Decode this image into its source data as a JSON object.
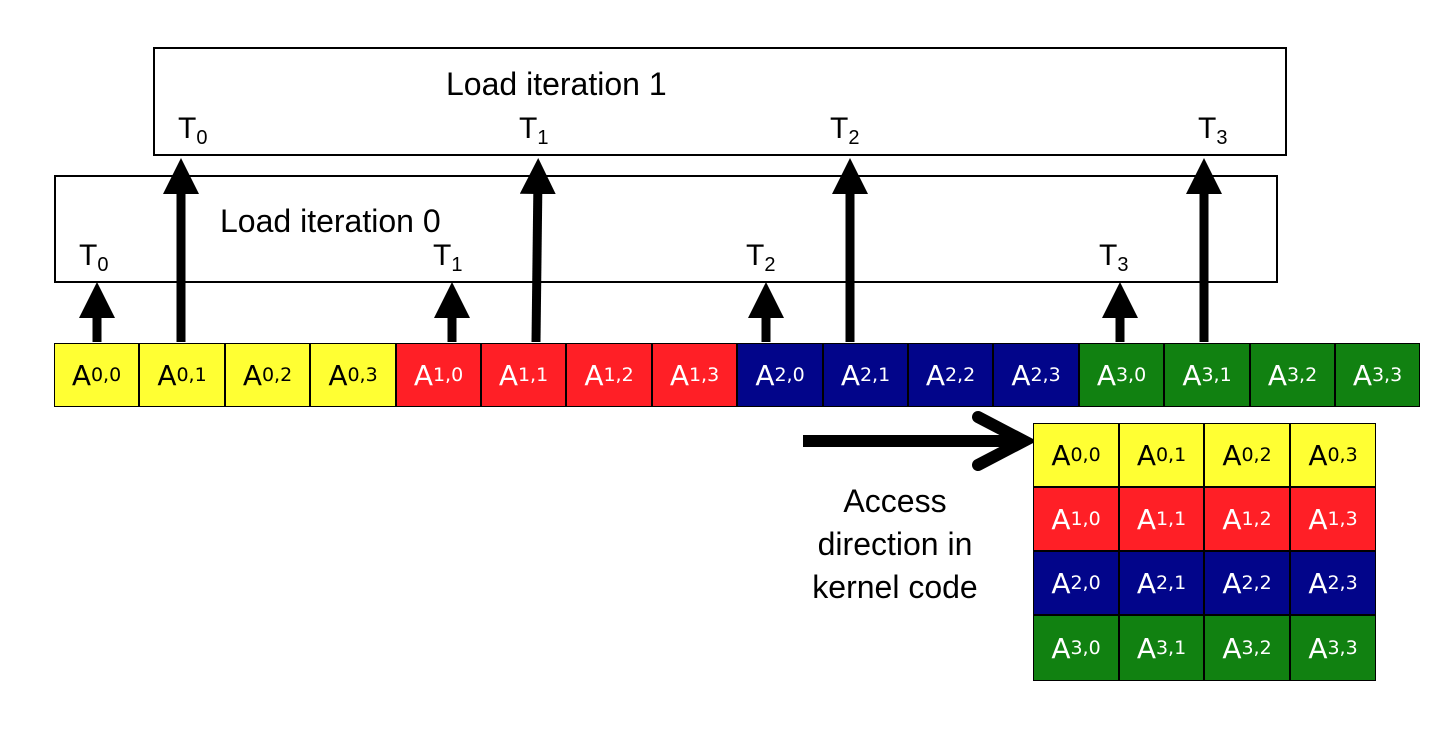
{
  "load_iteration_1": {
    "title": "Load iteration 1",
    "threads": [
      {
        "base": "T",
        "sub": "0"
      },
      {
        "base": "T",
        "sub": "1"
      },
      {
        "base": "T",
        "sub": "2"
      },
      {
        "base": "T",
        "sub": "3"
      }
    ]
  },
  "load_iteration_0": {
    "title": "Load iteration 0",
    "threads": [
      {
        "base": "T",
        "sub": "0"
      },
      {
        "base": "T",
        "sub": "1"
      },
      {
        "base": "T",
        "sub": "2"
      },
      {
        "base": "T",
        "sub": "3"
      }
    ]
  },
  "linear_array": [
    {
      "base": "A",
      "sub": "0,0",
      "color": "yellow"
    },
    {
      "base": "A",
      "sub": "0,1",
      "color": "yellow"
    },
    {
      "base": "A",
      "sub": "0,2",
      "color": "yellow"
    },
    {
      "base": "A",
      "sub": "0,3",
      "color": "yellow"
    },
    {
      "base": "A",
      "sub": "1,0",
      "color": "red"
    },
    {
      "base": "A",
      "sub": "1,1",
      "color": "red"
    },
    {
      "base": "A",
      "sub": "1,2",
      "color": "red"
    },
    {
      "base": "A",
      "sub": "1,3",
      "color": "red"
    },
    {
      "base": "A",
      "sub": "2,0",
      "color": "blue"
    },
    {
      "base": "A",
      "sub": "2,1",
      "color": "blue"
    },
    {
      "base": "A",
      "sub": "2,2",
      "color": "blue"
    },
    {
      "base": "A",
      "sub": "2,3",
      "color": "blue"
    },
    {
      "base": "A",
      "sub": "3,0",
      "color": "green"
    },
    {
      "base": "A",
      "sub": "3,1",
      "color": "green"
    },
    {
      "base": "A",
      "sub": "3,2",
      "color": "green"
    },
    {
      "base": "A",
      "sub": "3,3",
      "color": "green"
    }
  ],
  "matrix": [
    [
      {
        "base": "A",
        "sub": "0,0",
        "color": "yellow"
      },
      {
        "base": "A",
        "sub": "0,1",
        "color": "yellow"
      },
      {
        "base": "A",
        "sub": "0,2",
        "color": "yellow"
      },
      {
        "base": "A",
        "sub": "0,3",
        "color": "yellow"
      }
    ],
    [
      {
        "base": "A",
        "sub": "1,0",
        "color": "red"
      },
      {
        "base": "A",
        "sub": "1,1",
        "color": "red"
      },
      {
        "base": "A",
        "sub": "1,2",
        "color": "red"
      },
      {
        "base": "A",
        "sub": "1,3",
        "color": "red"
      }
    ],
    [
      {
        "base": "A",
        "sub": "2,0",
        "color": "blue"
      },
      {
        "base": "A",
        "sub": "2,1",
        "color": "blue"
      },
      {
        "base": "A",
        "sub": "2,2",
        "color": "blue"
      },
      {
        "base": "A",
        "sub": "2,3",
        "color": "blue"
      }
    ],
    [
      {
        "base": "A",
        "sub": "3,0",
        "color": "green"
      },
      {
        "base": "A",
        "sub": "3,1",
        "color": "green"
      },
      {
        "base": "A",
        "sub": "3,2",
        "color": "green"
      },
      {
        "base": "A",
        "sub": "3,3",
        "color": "green"
      }
    ]
  ],
  "access_direction": {
    "lines": [
      "Access",
      "direction in",
      "kernel code"
    ]
  },
  "colors": {
    "yellow": "#ffff33",
    "red": "#ff1f26",
    "blue": "#02058a",
    "green": "#118111"
  }
}
